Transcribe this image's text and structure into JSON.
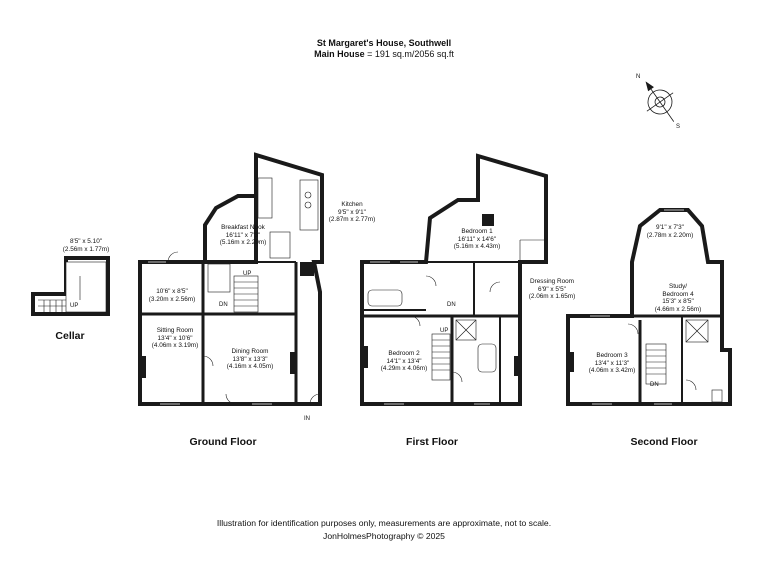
{
  "header": {
    "title": "St Margaret's House, Southwell",
    "area_label": "Main House",
    "area_value": "= 191 sq.m/2056 sq.ft"
  },
  "cellar": {
    "floor_label": "Cellar",
    "room_dims_imperial": "8'5\" x 5.10\"",
    "room_dims_metric": "(2.56m x 1.77m)",
    "stair_label": "UP"
  },
  "ground_floor": {
    "floor_label": "Ground Floor",
    "rooms": [
      {
        "name": "Breakfast Nook",
        "dims_imperial": "16'11\" x 7'3\"",
        "dims_metric": "(5.16m x 2.20m)"
      },
      {
        "name": "Kitchen",
        "dims_imperial": "9'5\" x 9'1\"",
        "dims_metric": "(2.87m x 2.77m)"
      },
      {
        "name": "",
        "dims_imperial": "10'6\" x 8'5\"",
        "dims_metric": "(3.20m x 2.56m)"
      },
      {
        "name": "Sitting Room",
        "dims_imperial": "13'4\" x 10'6\"",
        "dims_metric": "(4.06m x 3.19m)"
      },
      {
        "name": "Dining Room",
        "dims_imperial": "13'8\" x 13'3\"",
        "dims_metric": "(4.16m x 4.05m)"
      }
    ],
    "up_label": "UP",
    "dn_label": "DN",
    "in_label": "IN"
  },
  "first_floor": {
    "floor_label": "First Floor",
    "rooms": [
      {
        "name": "Bedroom 1",
        "dims_imperial": "16'11\" x 14'6\"",
        "dims_metric": "(5.16m x 4.43m)"
      },
      {
        "name": "Dressing Room",
        "dims_imperial": "6'9\" x 5'5\"",
        "dims_metric": "(2.06m x 1.65m)"
      },
      {
        "name": "Bedroom 2",
        "dims_imperial": "14'1\" x 13'4\"",
        "dims_metric": "(4.29m x 4.06m)"
      }
    ],
    "up_label": "UP",
    "dn_label": "DN"
  },
  "second_floor": {
    "floor_label": "Second Floor",
    "rooms": [
      {
        "name": "",
        "dims_imperial": "9'1\" x 7'3\"",
        "dims_metric": "(2.78m x 2.20m)"
      },
      {
        "name": "Study/\nBedroom 4",
        "dims_imperial": "15'3\" x 8'5\"",
        "dims_metric": "(4.66m x 2.56m)"
      },
      {
        "name": "Bedroom 3",
        "dims_imperial": "13'4\" x 11'3\"",
        "dims_metric": "(4.06m x 3.42m)"
      }
    ],
    "dn_label": "DN"
  },
  "compass": {
    "n": "N",
    "s": "S"
  },
  "footer": {
    "disclaimer": "Illustration for identification purposes only, measurements are approximate, not to scale.",
    "credit": "JonHolmesPhotography © 2025"
  }
}
